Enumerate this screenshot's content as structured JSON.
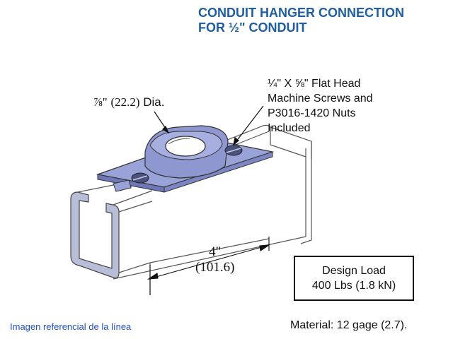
{
  "title": {
    "line1": "CONDUIT HANGER CONNECTION",
    "line2": "FOR ½\" CONDUIT"
  },
  "callouts": {
    "diameter": {
      "fraction": "⅞\"",
      "metric": "(22.2)",
      "suffix": "Dia."
    },
    "screws": {
      "line1": "¼\" X ⅝\" Flat Head",
      "line2": "Machine Screws and",
      "line3": "P3016-1420 Nuts",
      "line4": "Included"
    }
  },
  "dimension": {
    "imperial": "4\"",
    "metric": "(101.6)"
  },
  "design_load": {
    "line1": "Design Load",
    "line2": "400 Lbs (1.8 kN)"
  },
  "material": "Material: 12 gage (2.7).",
  "caption": "Imagen referencial de la línea",
  "colors": {
    "title": "#1f5fa0",
    "plate": "#9aa3d8",
    "plate_dark": "#6e77b8",
    "caption": "#1f4fbf"
  }
}
